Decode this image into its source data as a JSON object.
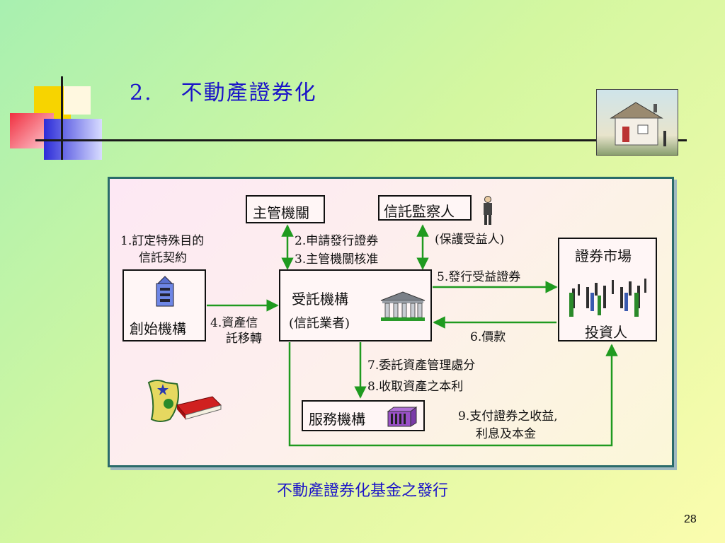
{
  "slide": {
    "number": "2.",
    "title": "不動產證券化",
    "caption": "不動產證券化基金之發行",
    "page": "28"
  },
  "diagram": {
    "nodes": {
      "regulator": "主管機關",
      "trust_supervisor": "信託監察人",
      "originator": "創始機構",
      "trustee": "受託機構",
      "trustee_sub": "(信託業者)",
      "servicer": "服務機構",
      "market": "證券市場",
      "investors": "投資人"
    },
    "steps": {
      "s1_line1": "1.訂定特殊目的",
      "s1_line2": "信託契約",
      "s2": "2.申請發行證券",
      "s3": "3.主管機關核准",
      "protect": "(保護受益人)",
      "s4_line1": "4.資產信",
      "s4_line2": "託移轉",
      "s5": "5.發行受益證券",
      "s6": "6.價款",
      "s7": "7.委託資產管理處分",
      "s8": "8.收取資產之本利",
      "s9_line1": "9.支付證券之收益,",
      "s9_line2": "利息及本金"
    }
  },
  "colors": {
    "title": "#1b14c8",
    "arrow": "#1f9a1f",
    "panel_border": "#2a6b6a"
  },
  "icons": [
    "house-icon",
    "building-icon",
    "bank-icon",
    "container-icon",
    "person-icon",
    "crowd-icon",
    "scroll-book-icon"
  ]
}
